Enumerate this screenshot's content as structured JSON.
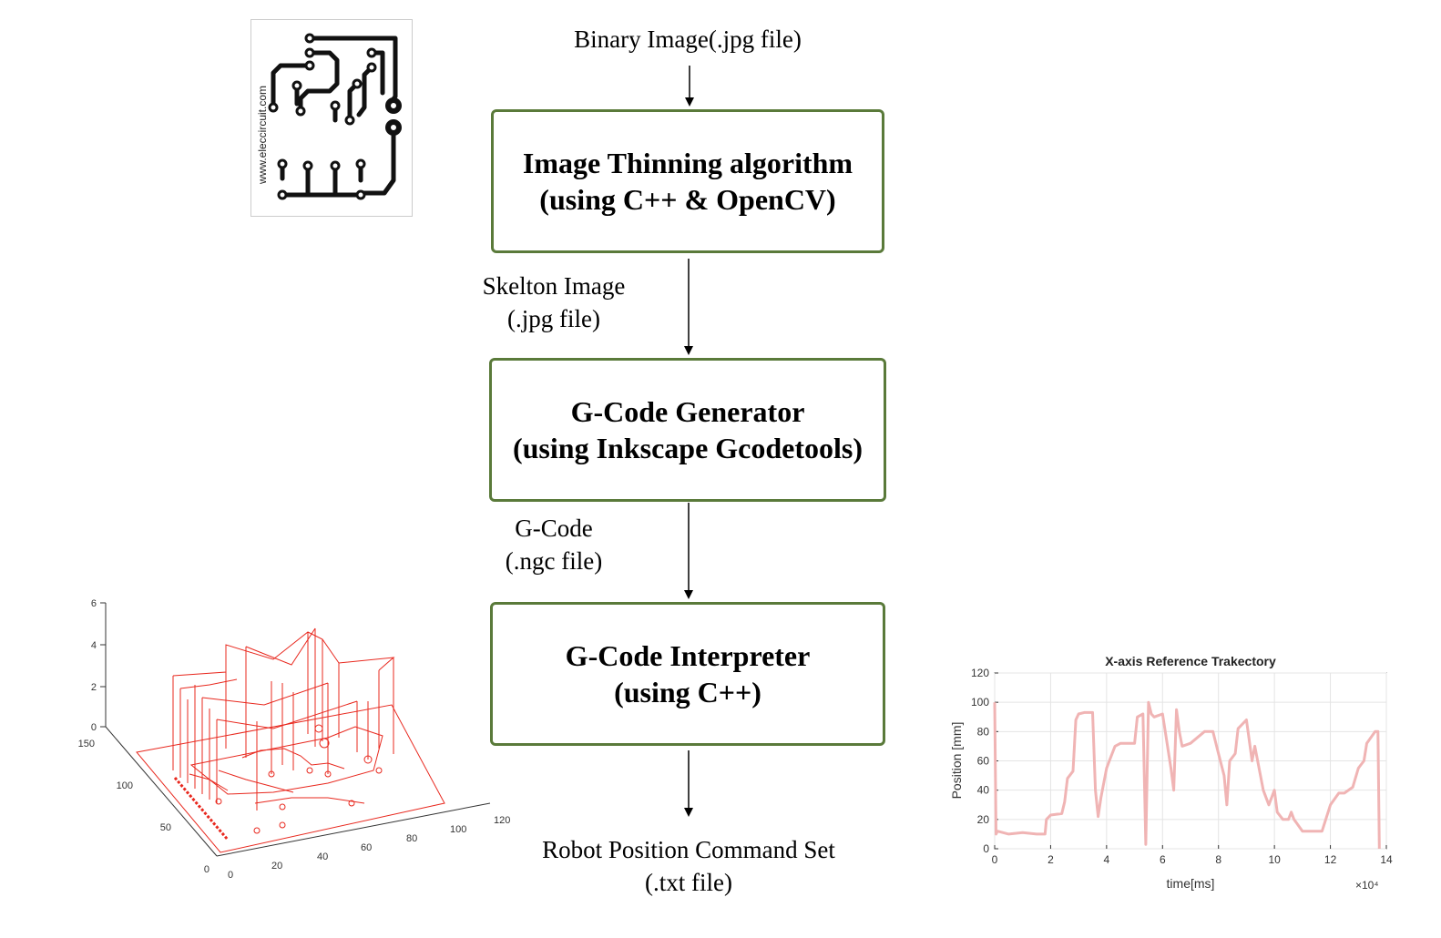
{
  "flow": {
    "input_label": "Binary Image(.jpg file)",
    "step1": {
      "line1": "Image Thinning algorithm",
      "line2": "(using C++ & OpenCV)"
    },
    "edge1": {
      "line1": "Skelton Image",
      "line2": "(.jpg file)"
    },
    "step2": {
      "line1": "G-Code Generator",
      "line2": "(using Inkscape Gcodetools)"
    },
    "edge2": {
      "line1": "G-Code",
      "line2": "(.ngc file)"
    },
    "step3": {
      "line1": "G-Code Interpreter",
      "line2": "(using C++)"
    },
    "output": {
      "line1": "Robot Position Command Set",
      "line2": "(.txt file)"
    },
    "box_border_color": "#5a7a3a"
  },
  "pcb_image": {
    "watermark": "www.eleccircuit.com"
  },
  "plot3d": {
    "color": "#e8281e",
    "z_ticks": [
      "0",
      "2",
      "4",
      "6"
    ],
    "y_ticks": [
      "0",
      "50",
      "100",
      "150"
    ],
    "x_ticks": [
      "0",
      "20",
      "40",
      "60",
      "80",
      "100",
      "120"
    ]
  },
  "chart_data": {
    "type": "line",
    "title": "X-axis Reference Trakectory",
    "xlabel": "time[ms]",
    "ylabel": "Position [mm]",
    "x_multiplier": "×10⁴",
    "xlim": [
      0,
      14
    ],
    "ylim": [
      0,
      120
    ],
    "xticks": [
      0,
      2,
      4,
      6,
      8,
      10,
      12,
      14
    ],
    "yticks": [
      0,
      20,
      40,
      60,
      80,
      100,
      120
    ],
    "grid": true,
    "color": "#f0b4b4",
    "series": [
      {
        "x": [
          0,
          0.05,
          0.1,
          0.5,
          1.0,
          1.5,
          1.8,
          1.85,
          2.0,
          2.4,
          2.5,
          2.6,
          2.8,
          2.9,
          3.0,
          3.2,
          3.5,
          3.6,
          3.7,
          3.8,
          4.0,
          4.1,
          4.3,
          4.5,
          5.0,
          5.1,
          5.3,
          5.4,
          5.5,
          5.6,
          5.7,
          6.0,
          6.3,
          6.4,
          6.5,
          6.6,
          6.7,
          7.0,
          7.5,
          7.8,
          8.0,
          8.2,
          8.3,
          8.4,
          8.6,
          8.7,
          9.0,
          9.2,
          9.3,
          9.6,
          9.7,
          9.8,
          10.0,
          10.1,
          10.3,
          10.5,
          10.6,
          10.7,
          11.0,
          11.5,
          11.7,
          12.0,
          12.3,
          12.5,
          12.8,
          13.0,
          13.2,
          13.3,
          13.6,
          13.7,
          13.75
        ],
        "y": [
          100,
          10,
          12,
          10,
          11,
          10,
          10,
          20,
          23,
          24,
          32,
          48,
          53,
          88,
          92,
          93,
          93,
          40,
          22,
          35,
          55,
          60,
          70,
          72,
          72,
          90,
          92,
          3,
          100,
          92,
          90,
          92,
          55,
          40,
          95,
          80,
          70,
          72,
          80,
          80,
          65,
          50,
          30,
          60,
          65,
          82,
          88,
          60,
          70,
          40,
          35,
          30,
          40,
          25,
          20,
          20,
          25,
          20,
          12,
          12,
          12,
          30,
          38,
          38,
          42,
          55,
          60,
          72,
          80,
          80,
          0
        ]
      }
    ]
  }
}
